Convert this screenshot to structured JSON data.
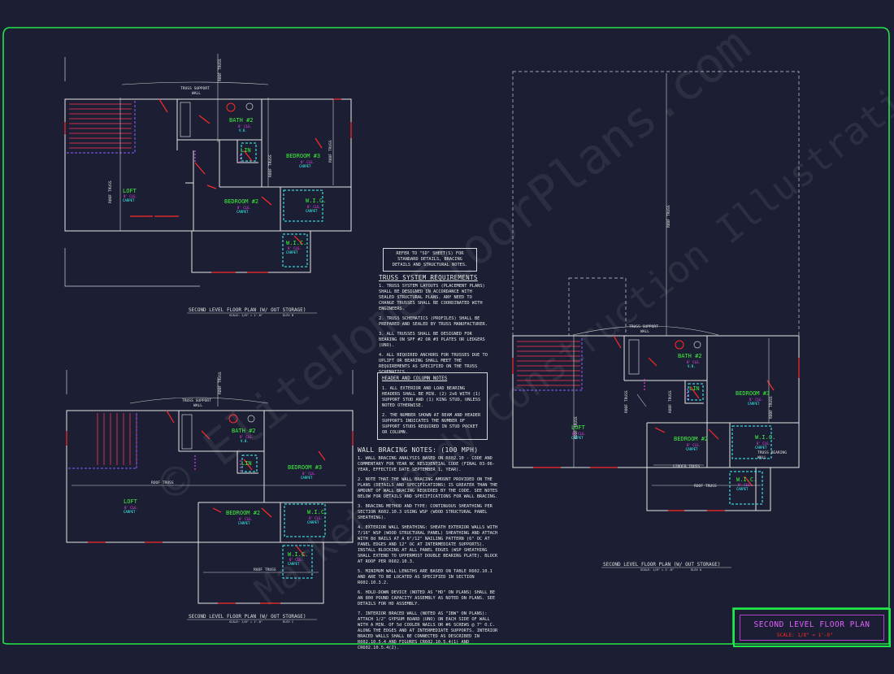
{
  "plans": {
    "top_left": {
      "caption": "SECOND LEVEL FLOOR PLAN (W/ OUT STORAGE)",
      "scale": "SCALE: 1/8\" = 1'-0\"",
      "elev": "ELEV B",
      "truss_support": "TRUSS SUPPORT",
      "wall": "WALL",
      "roof_truss": "ROOF TRUSS"
    },
    "bottom_left": {
      "caption": "SECOND LEVEL FLOOR PLAN (W/ OUT STORAGE)",
      "scale": "SCALE: 1/8\" = 1'-0\"",
      "elev": "ELEV C",
      "truss_support": "TRUSS SUPPORT",
      "wall": "WALL",
      "roof_truss": "ROOF TRUSS"
    },
    "right": {
      "caption": "SECOND LEVEL FLOOR PLAN (W/ OUT STORAGE)",
      "scale": "SCALE: 1/8\" = 1'-0\"",
      "elev": "ELEV A",
      "truss_support": "TRUSS SUPPORT",
      "wall": "WALL",
      "roof_truss": "ROOF TRUSS",
      "girder_truss": "GIRDER TRUSS",
      "truss_bearing": "TRUSS BEARING",
      "truss_wall": "WALL"
    }
  },
  "rooms": {
    "bath": "BATH #2",
    "lin": "LIN",
    "bedroom3": "BEDROOM #3",
    "bedroom2": "BEDROOM #2",
    "loft": "LOFT",
    "wic": "W.I.C.",
    "ceiling": "8' CLG.",
    "carpet": "CARPET",
    "vinyl": "V.B."
  },
  "refer_note": [
    "REFER TO \"SD\" SHEET(S) FOR",
    "STANDARD DETAILS, BRACING",
    "DETAILS AND STRUCTURAL NOTES."
  ],
  "truss": {
    "heading": "TRUSS SYSTEM REQUIREMENTS",
    "items": [
      "1. TRUSS SYSTEM LAYOUTS (PLACEMENT PLANS) SHALL BE DESIGNED IN ACCORDANCE WITH SEALED STRUCTURAL PLANS. ANY NEED TO CHANGE TRUSSES SHALL BE COORDINATED WITH ENGINEERS.",
      "2. TRUSS SCHEMATICS (PROFILES) SHALL BE PREPARED AND SEALED BY TRUSS MANUFACTURER.",
      "3. ALL TRUSSES SHALL BE DESIGNED FOR BEARING ON SPF #2 OR #3 PLATES OR LEDGERS (UNO).",
      "4. ALL REQUIRED ANCHORS FOR TRUSSES DUE TO UPLIFT OR BEARING SHALL MEET THE REQUIREMENTS AS SPECIFIED ON THE TRUSS SCHEMATICS."
    ]
  },
  "header_notes": {
    "heading": "HEADER AND COLUMN NOTES",
    "items": [
      "1. ALL EXTERIOR AND LOAD BEARING HEADERS SHALL BE MIN. (2) 2x6 WITH (1) SUPPORT STUD AND (1) KING STUD, UNLESS NOTED OTHERWISE.",
      "2. THE NUMBER SHOWN AT BEAM AND HEADER SUPPORTS INDICATES THE NUMBER OF SUPPORT STUDS REQUIRED IN STUD POCKET OR COLUMN."
    ]
  },
  "bracing": {
    "heading": "WALL BRACING NOTES: (100 MPH)",
    "items": [
      "1. WALL BRACING ANALYSIS BASED ON R602.10 - CODE AND COMMENTARY FOR YEAR NC RESIDENTIAL CODE (FINAL 03-06-YEAR, EFFECTIVE DATE SEPTEMBER 1, YEAR).",
      "2. NOTE THAT THE WALL BRACING AMOUNT PROVIDED ON THE PLANS (DETAILS AND SPECIFICATIONS) IS GREATER THAN THE AMOUNT OF WALL BRACING REQUIRED BY THE CODE. SEE NOTES BELOW FOR DETAILS AND SPECIFICATIONS FOR WALL BRACING.",
      "3. BRACING METHOD AND TYPE: CONTINUOUS SHEATHING PER SECTION R602.10.3 USING WSP (WOOD STRUCTURAL PANEL SHEATHING).",
      "4. EXTERIOR WALL SHEATHING: SHEATH EXTERIOR WALLS WITH 7/16\" WSP (WOOD STRUCTURAL PANEL) SHEATHING AND ATTACH WITH 8d NAILS AT A 6\"/12\" NAILING PATTERN (6\" OC AT PANEL EDGES AND 12\" OC AT INTERMEDIATE SUPPORTS). INSTALL BLOCKING AT ALL PANEL EDGES (WSP SHEATHING SHALL EXTEND TO UPPERMOST DOUBLE BEARING PLATE). BLOCK AT ROOF PER R602.10.3.",
      "5. MINIMUM WALL LENGTHS ARE BASED ON TABLE R602.10.1 AND ARE TO BE LOCATED AS SPECIFIED IN SECTION R602.10.3.2.",
      "6. HOLD-DOWN DEVICE (NOTED AS \"HD\" ON PLANS) SHALL BE AN 800 POUND CAPACITY ASSEMBLY AS NOTED ON PLANS. SEE DETAILS FOR HD ASSEMBLY.",
      "7. INTERIOR BRACED WALL (NOTED AS \"IBW\" ON PLANS): ATTACH 1/2\" GYPSUM BOARD (UNO) ON EACH SIDE OF WALL WITH A MIN. OF 5d COOLER NAILS OR #6 SCREWS @ 7\" O.C. ALONG THE EDGES AND AT INTERMEDIATE SUPPORTS. INTERIOR BRACED WALLS SHALL BE CONNECTED AS DESCRIBED IN R602.10.5.4 AND FIGURES CR602.10.5.4(1) AND CR602.10.5.4(2)."
    ]
  },
  "title_block": {
    "title": "SECOND LEVEL FLOOR PLAN",
    "scale": "SCALE: 1/8\" = 1'-0\""
  },
  "watermark": {
    "line1": "© EliteHomeFloorPlans.com",
    "line2": "Market Ready Construction Illustrations"
  },
  "colors": {
    "background": "#1c1f33",
    "border": "#21e64a",
    "wall": "#e6e6e6",
    "room_label": "#3df03d",
    "ceiling": "#ff40ff",
    "finish": "#40ffff",
    "door": "#ff2a2a",
    "stair": "#ff3355",
    "dashed_truss": "#8a5cff"
  }
}
